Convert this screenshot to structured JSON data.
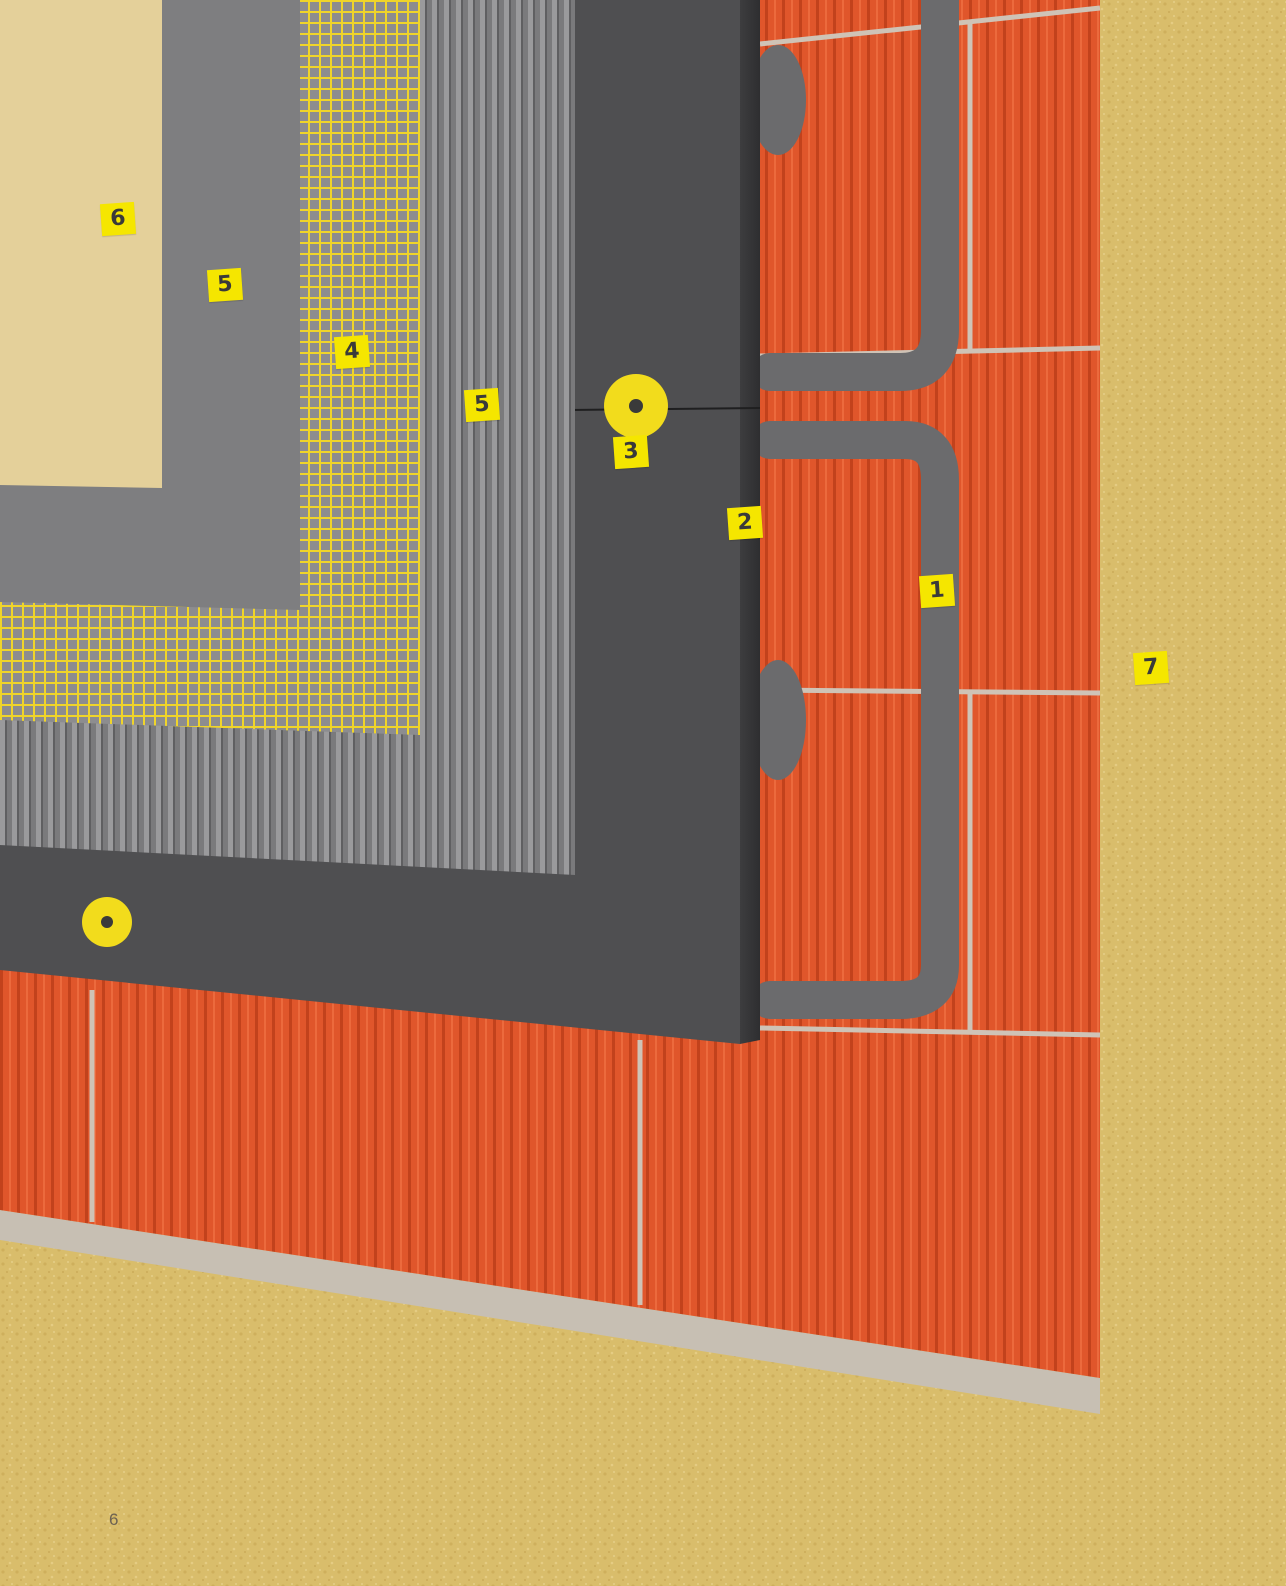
{
  "markers": [
    {
      "id": "1",
      "label": "1"
    },
    {
      "id": "2",
      "label": "2"
    },
    {
      "id": "3",
      "label": "3"
    },
    {
      "id": "4",
      "label": "4"
    },
    {
      "id": "5a",
      "label": "5"
    },
    {
      "id": "5b",
      "label": "5"
    },
    {
      "id": "6",
      "label": "6"
    },
    {
      "id": "7",
      "label": "7"
    }
  ],
  "page_number": "6",
  "colors": {
    "marker": "#f5e600",
    "render": "#d9bd6b",
    "finish_coat": "#e4d09a",
    "insulation": "#4f4f51",
    "brick": "#e0562b",
    "adhesive": "#6b6b6d",
    "mesh": "#f2d92a",
    "anchor": "#f2dc1c"
  }
}
